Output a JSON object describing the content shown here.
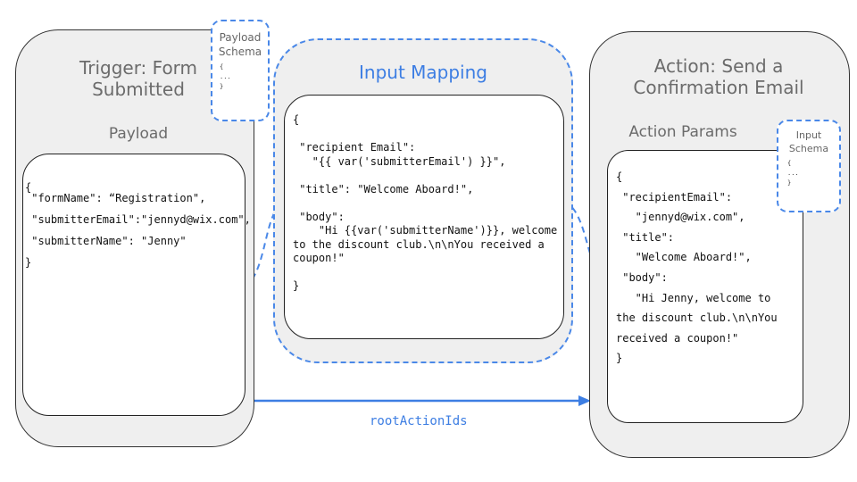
{
  "trigger": {
    "title": "Trigger: Form Submitted",
    "subtitle": "Payload",
    "schema": {
      "label": "Payload Schema",
      "body": "{\n...\n}"
    },
    "payload": "{\n \"formName\": “Registration\",\n\n \"submitterEmail\":\"jennyd@wix.com\",\n\n \"submitterName\": \"Jenny\"\n\n}"
  },
  "mapping": {
    "title": "Input Mapping",
    "body": "{\n\n \"recipient Email\":\n   \"{{ var('submitterEmail') }}\",\n\n \"title\": \"Welcome Aboard!\",\n\n \"body\":\n    \"Hi {{var('submitterName')}}, welcome\nto the discount club.\\n\\nYou received a\ncoupon!\"\n\n}"
  },
  "action": {
    "title": "Action: Send a Confirmation Email",
    "subtitle": "Action Params",
    "schema": {
      "label": "Input Schema",
      "body": "{\n...\n}"
    },
    "params": "{\n\n \"recipientEmail\":\n\n   \"jennyd@wix.com\",\n\n \"title\":\n\n   \"Welcome Aboard!\",\n\n \"body\":\n\n   \"Hi Jenny, welcome to\n\nthe discount club.\\n\\nYou\n\nreceived a coupon!\"\n\n}"
  },
  "edge_label": "rootActionIds",
  "colors": {
    "accent": "#3d7ee3",
    "panel": "#efefef"
  }
}
